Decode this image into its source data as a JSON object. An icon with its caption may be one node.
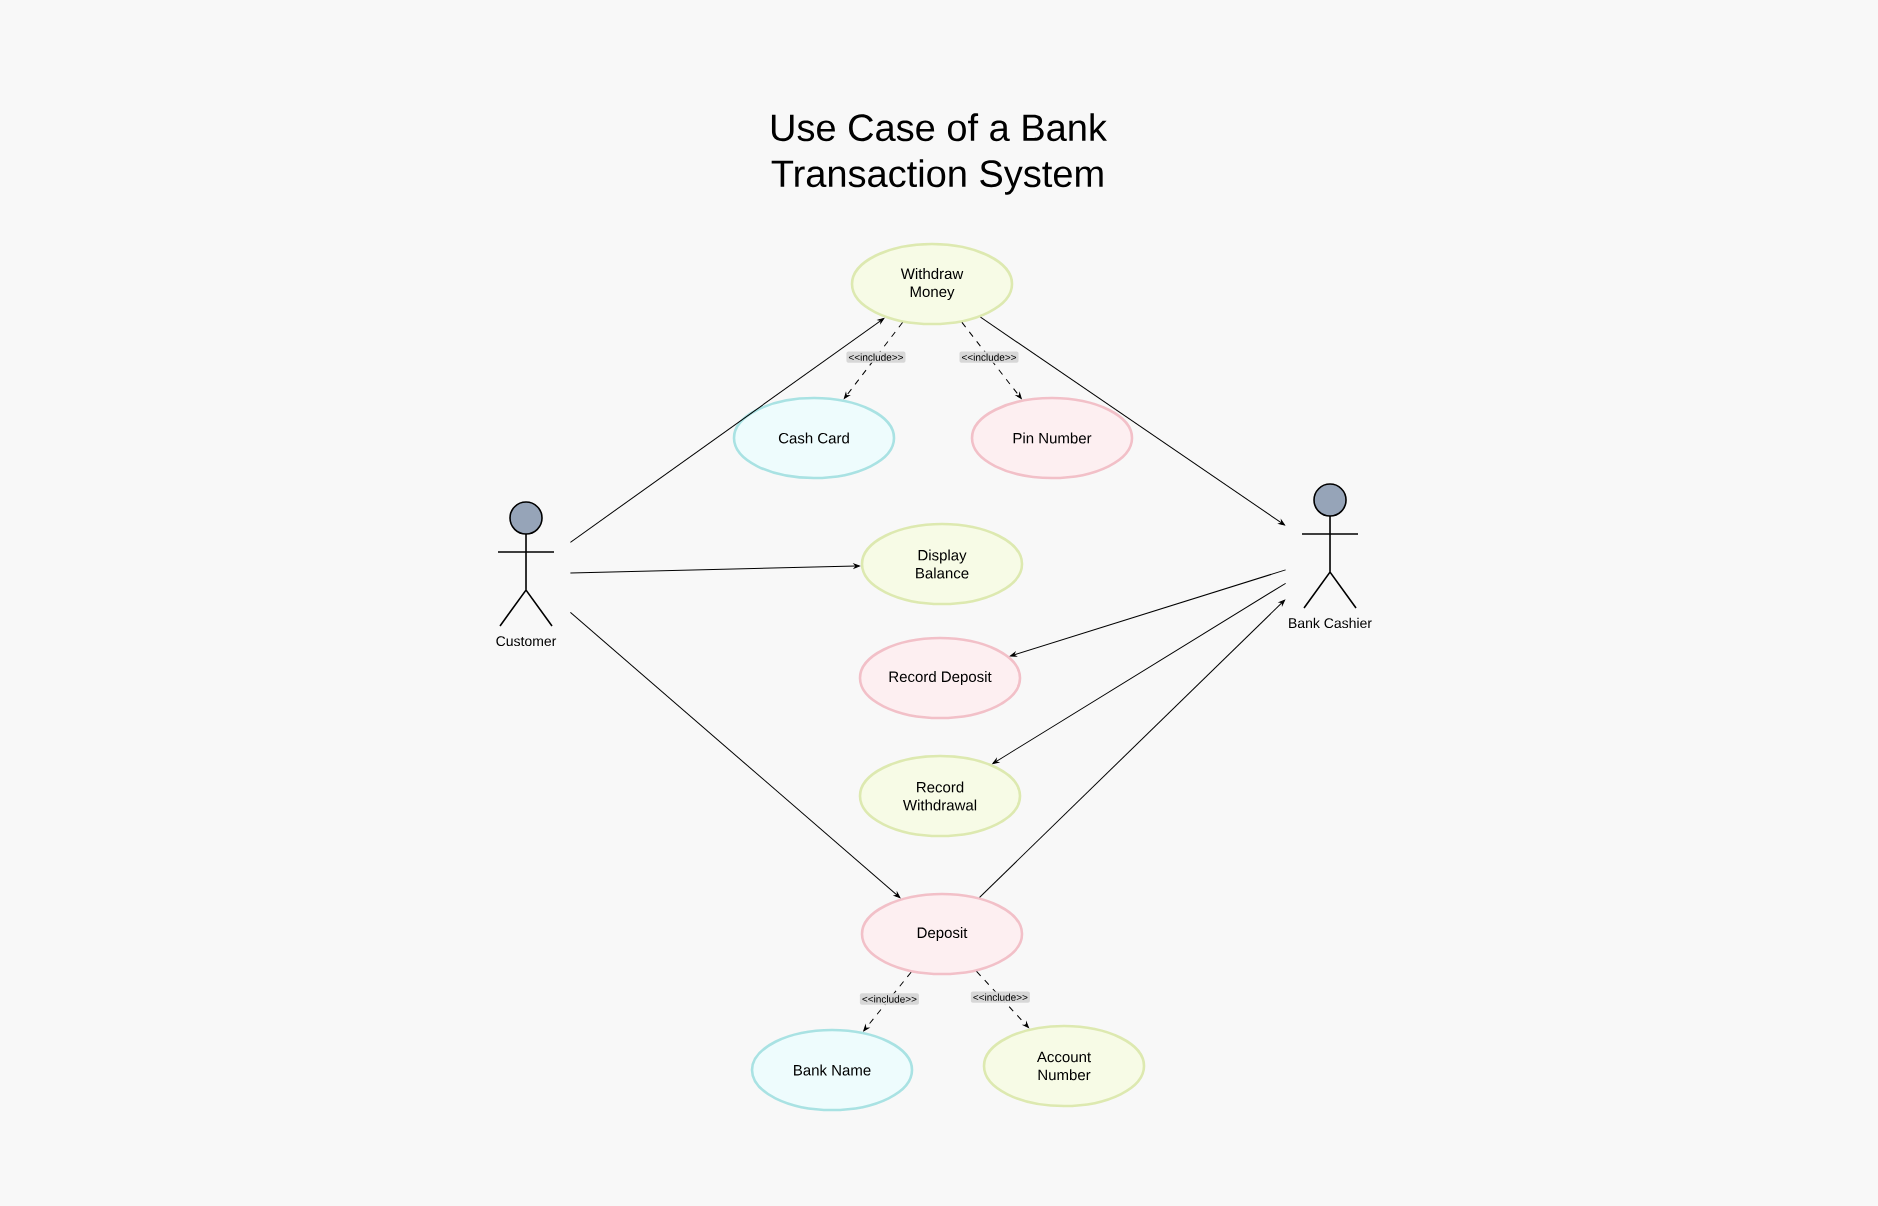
{
  "diagram": {
    "title": "Use Case of a Bank Transaction System",
    "nodes": [
      {
        "text": [
          "Withdraw Money"
        ]
      },
      {
        "text": [
          "Cash Card"
        ]
      },
      {
        "text": [
          "Pin Number"
        ]
      },
      {
        "text": [
          "Customer"
        ]
      },
      {
        "text": [
          "Display Balance"
        ]
      },
      {
        "text": [
          "Bank Cashier"
        ]
      },
      {
        "text": [
          "Record Deposit"
        ]
      },
      {
        "text": [
          "Record Withdrawal"
        ]
      },
      {
        "text": [
          "Deposit"
        ]
      },
      {
        "text": [
          "Bank Name"
        ]
      },
      {
        "text": [
          "Account Number"
        ]
      }
    ],
    "edges": [
      {
        "from": 3,
        "to": 0,
        "arrow": "to"
      },
      {
        "from": 0,
        "to": 1,
        "arrow": "to",
        "style": "dashed",
        "label": "<<include>>"
      },
      {
        "from": 0,
        "to": 2,
        "arrow": "to",
        "style": "dashed",
        "label": "<<include>>"
      },
      {
        "from": 0,
        "to": 5,
        "arrow": "to"
      },
      {
        "from": 3,
        "to": 4,
        "arrow": "to"
      },
      {
        "from": 5,
        "to": 6,
        "arrow": "to"
      },
      {
        "from": 5,
        "to": 7,
        "arrow": "to"
      },
      {
        "from": 3,
        "to": 8,
        "arrow": "to"
      },
      {
        "from": 8,
        "to": 5,
        "arrow": "to"
      },
      {
        "from": 8,
        "to": 9,
        "arrow": "to",
        "style": "dashed",
        "label": "<<include>>"
      },
      {
        "from": 8,
        "to": 10,
        "arrow": "to",
        "style": "dashed",
        "label": "<<include>>"
      }
    ]
  }
}
